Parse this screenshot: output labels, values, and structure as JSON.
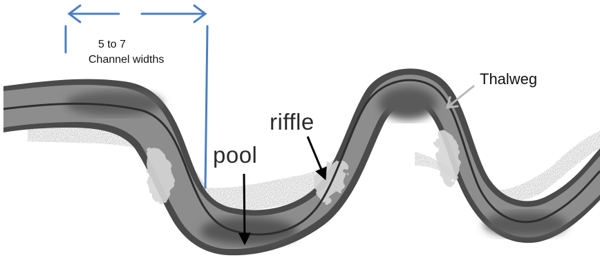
{
  "labels": {
    "measure_line1": "5 to 7",
    "measure_line2": "Channel widths",
    "thalweg": "Thalweg",
    "riffle": "riffle",
    "pool": "pool"
  },
  "colors": {
    "measure_blue": "#4a7fc1",
    "channel_dark": "#4a4a4a",
    "channel_water": "#8c8c8c",
    "channel_band": "#6f6f6f",
    "bank_speckle": "#9a9a9a",
    "thalweg_arrow": "#b9b9b9",
    "riffle_foam": "#d2d2d2"
  }
}
